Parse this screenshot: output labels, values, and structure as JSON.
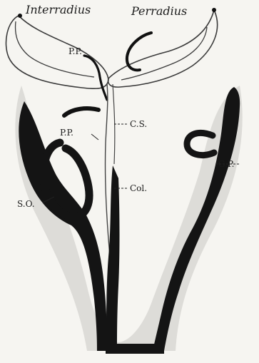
{
  "figure": {
    "headings": {
      "left": "Interradius",
      "right": "Perradius"
    },
    "labels": {
      "pp_upper": "P.P.",
      "pp_lower": "P.P.",
      "cs": "C.S.",
      "so": "S.O.",
      "col": "Col.",
      "gp": "G.P."
    }
  }
}
